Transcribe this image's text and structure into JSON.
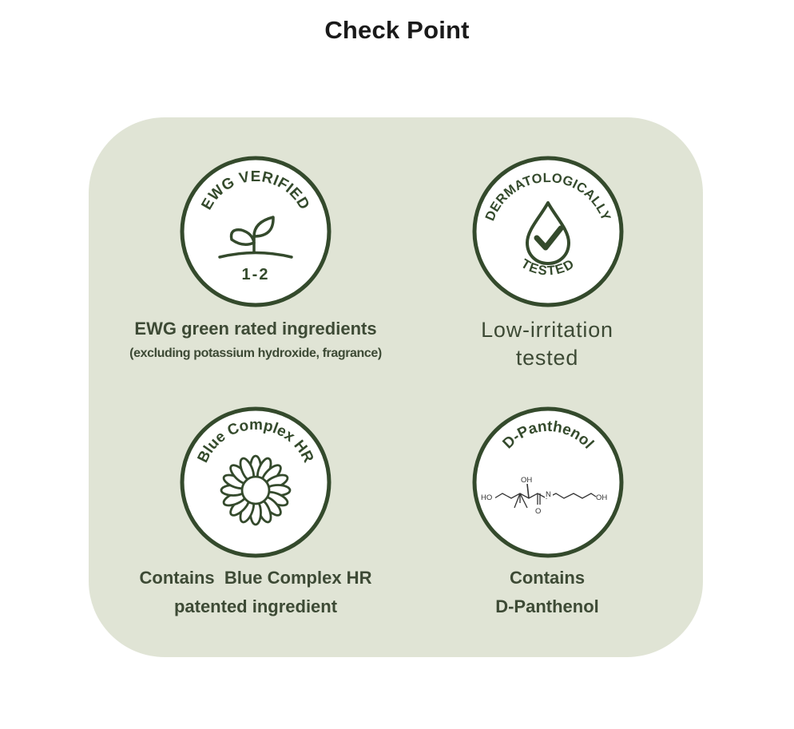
{
  "page": {
    "title": "Check Point"
  },
  "badges": [
    {
      "ring_text": "EWG VERIFIED",
      "center_text": "1-2",
      "caption_line1": "EWG green rated ingredients",
      "caption_line2": "(excluding potassium hydroxide, fragrance)",
      "icon": "sprout-icon"
    },
    {
      "ring_text_top": "DERMATOLOGICALLY",
      "ring_text_bottom": "TESTED",
      "caption_line1": "Low-irritation",
      "caption_line2": "tested",
      "icon": "water-drop-check-icon"
    },
    {
      "ring_text": "Blue Complex HR",
      "caption_line1": "Contains  Blue Complex HR",
      "caption_line2": "patented ingredient",
      "icon": "daisy-flower-icon"
    },
    {
      "ring_text": "D-Panthenol",
      "caption_line1": "Contains",
      "caption_line2": "D-Panthenol",
      "icon": "molecule-structure-icon",
      "molecule_labels": {
        "left_oh": "HO",
        "top_oh": "OH",
        "nitrogen": "N",
        "oxygen": "O",
        "right_oh": "OH"
      }
    }
  ],
  "colors": {
    "accent": "#344a2c",
    "panel": "#e0e4d5",
    "caption": "#3d4a35"
  }
}
